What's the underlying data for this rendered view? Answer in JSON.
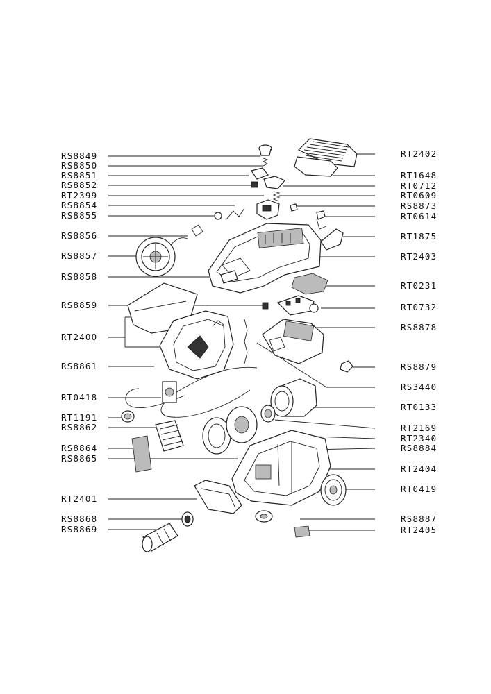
{
  "left_labels": [
    "RS8849",
    "RS8850",
    "RS8851",
    "RS8852",
    "RT2399",
    "RS8854",
    "RS8855",
    "RS8856",
    "RS8857",
    "RS8858",
    "RS8859",
    "RT2400",
    "RS8861",
    "RT0418",
    "RT1191",
    "RS8862",
    "RS8864",
    "RS8865",
    "RT2401",
    "RS8868",
    "RS8869"
  ],
  "right_labels": [
    "RT2402",
    "RT1648",
    "RT0712",
    "RT0609",
    "RS8873",
    "RT0614",
    "RT1875",
    "RT2403",
    "RT0231",
    "RT0732",
    "RS8878",
    "RS8879",
    "RS3440",
    "RT0133",
    "RT2169",
    "RT2340",
    "RS8884",
    "RT2404",
    "RT0419",
    "RS8887",
    "RT2405"
  ]
}
